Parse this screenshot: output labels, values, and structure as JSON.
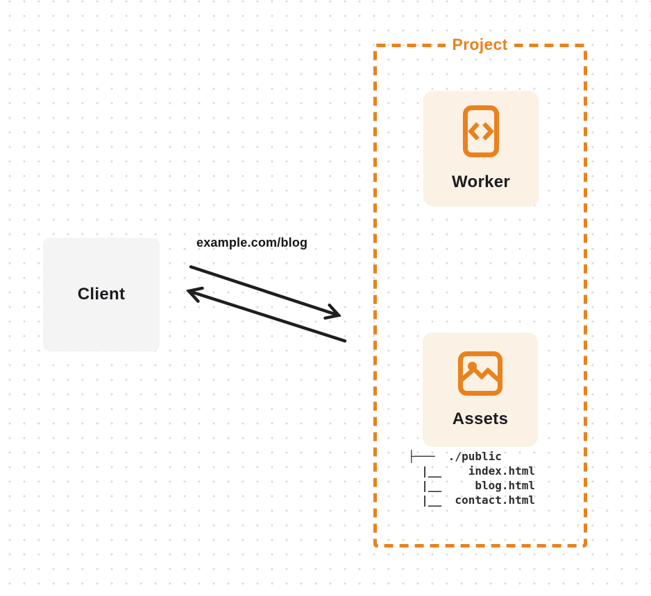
{
  "client": {
    "label": "Client"
  },
  "request": {
    "url": "example.com/blog"
  },
  "project": {
    "label": "Project",
    "worker_label": "Worker",
    "assets_label": "Assets",
    "tree_text": "├───  ./public\n  |__    index.html\n  |__     blog.html\n  |__  contact.html"
  },
  "icons": {
    "worker": "code-file-icon",
    "assets": "image-icon"
  },
  "colors": {
    "accent": "#e9821e",
    "card_bg": "#fcf1e5",
    "client_bg": "#f4f4f5",
    "arrow": "#1e1e1e",
    "text": "#1b1b1f",
    "dot": "#dcdcdc"
  }
}
